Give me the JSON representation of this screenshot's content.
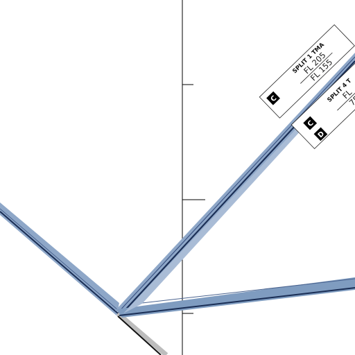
{
  "map": {
    "labels": [
      {
        "id": "split-1-tma",
        "title": "SPLIT 1 TMA",
        "upper": "FL 205",
        "lower": "FL 155",
        "codes": [
          "C"
        ]
      },
      {
        "id": "split-4-tma",
        "title": "SPLIT 4 T",
        "upper": "FL",
        "lower": "75",
        "codes": [
          "C",
          "D"
        ]
      }
    ],
    "colors": {
      "airspace_fill": "#7f9cc0",
      "airspace_edge": "#1a2e55",
      "scale_line": "#000000",
      "shadow_line": "#b8b8b8",
      "code_box": "#000000"
    }
  }
}
